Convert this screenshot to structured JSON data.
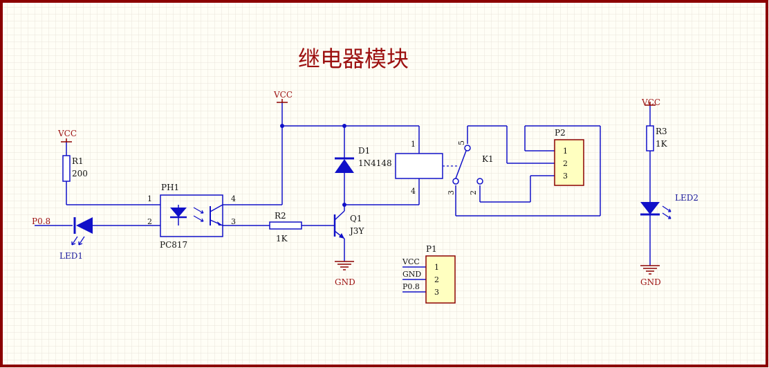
{
  "title": "继电器模块",
  "colors": {
    "frame": "#8b0000",
    "wire": "#1010c8",
    "label_red": "#9c1010",
    "label_blue": "#1a1a9c",
    "label_black": "#111111",
    "component_fill": "#ffffc0",
    "grid": "#e8e4da"
  },
  "components": {
    "r1": {
      "ref": "R1",
      "value": "200"
    },
    "r2": {
      "ref": "R2",
      "value": "1K"
    },
    "r3": {
      "ref": "R3",
      "value": "1K"
    },
    "d1": {
      "ref": "D1",
      "value": "1N4148"
    },
    "q1": {
      "ref": "Q1",
      "value": "J3Y"
    },
    "ph1": {
      "ref": "PH1",
      "value": "PC817",
      "pins": [
        "1",
        "2",
        "3",
        "4"
      ]
    },
    "k1": {
      "ref": "K1",
      "coil_pins": [
        "1",
        "4"
      ],
      "contact_pins": [
        "5",
        "3",
        "2"
      ]
    },
    "p1": {
      "ref": "P1",
      "pins": [
        "1",
        "2",
        "3"
      ],
      "net_labels": [
        "VCC",
        "GND",
        "P0.8"
      ]
    },
    "p2": {
      "ref": "P2",
      "pins": [
        "1",
        "2",
        "3"
      ]
    },
    "led1": {
      "ref": "LED1"
    },
    "led2": {
      "ref": "LED2"
    }
  },
  "nets": {
    "vcc": "VCC",
    "gnd": "GND",
    "p08": "P0.8"
  }
}
